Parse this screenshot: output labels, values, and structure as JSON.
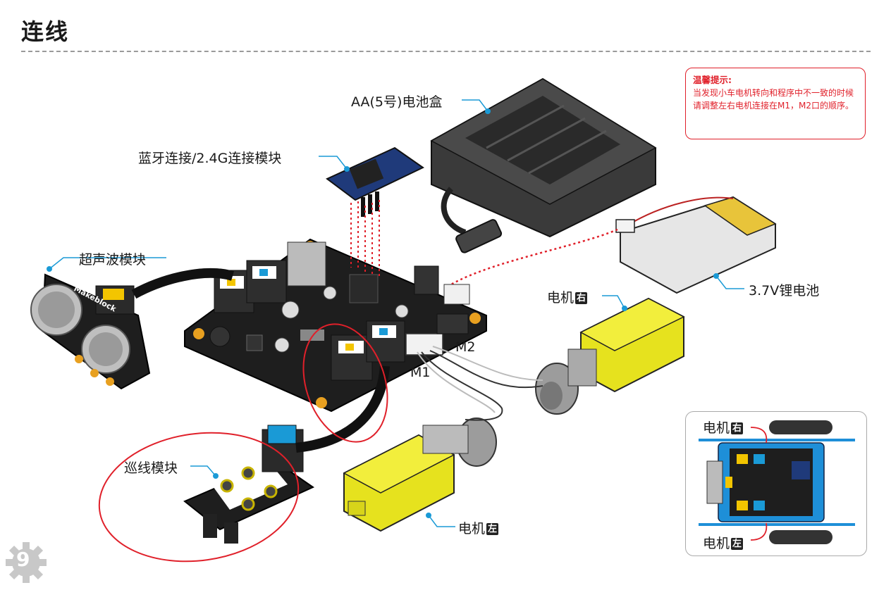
{
  "title": "连线",
  "note": {
    "heading": "温馨提示:",
    "body": "当发现小车电机转向和程序中不一致的时候请调整左右电机连接在M1，M2口的顺序。"
  },
  "labels": {
    "battery_box": "AA(5号)电池盒",
    "bluetooth": "蓝牙连接/2.4G连接模块",
    "ultrasonic": "超声波模块",
    "motor_right": "电机",
    "motor_left": "电机",
    "lithium": "3.7V锂电池",
    "m1": "M1",
    "m2": "M2",
    "line_follower": "巡线模块",
    "inset_motor_right": "电机",
    "inset_motor_left": "电机",
    "right_char": "右",
    "left_char": "左",
    "ultrasonic_brand": "Makeblock"
  },
  "page_number": "9",
  "colors": {
    "accent_red": "#e0202a",
    "leader_blue": "#1a9ad6",
    "motor_yellow": "#e6e21e",
    "board_black": "#1e1e1e",
    "inset_board_blue": "#1e8fd8"
  }
}
